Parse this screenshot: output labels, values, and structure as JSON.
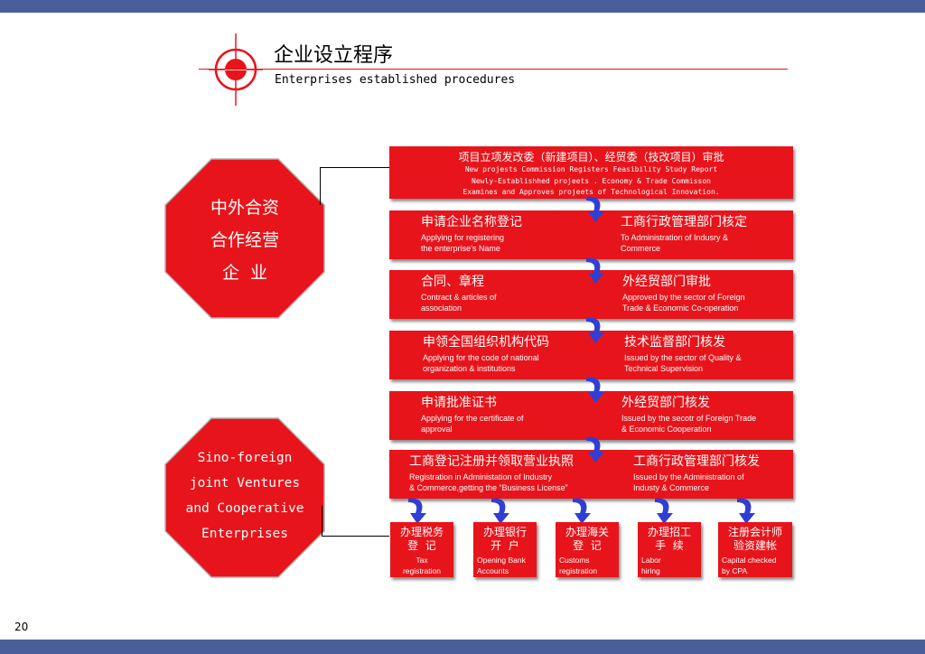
{
  "title": {
    "cn": "企业设立程序",
    "en": "Enterprises established procedures"
  },
  "octagons": {
    "cn": [
      "中外合资",
      "合作经营",
      "企  业"
    ],
    "en": [
      "Sino-foreign",
      "joint Ventures",
      "and Cooperative",
      "Enterprises"
    ]
  },
  "steps": [
    {
      "cn": "项目立项发改委（新建项目）、经贸委（技改项目）审批",
      "en": [
        "New projests Commission Registers Feasibility Study Report",
        "Newly-Establishhed projeets . Economy & Trade Commisson",
        "Examines and Approves projeets of Technological Innovation."
      ]
    },
    {
      "left_cn": "申请企业名称登记",
      "left_en": [
        "Applying for registering",
        "the enterprise’s Name"
      ],
      "right_cn": "工商行政管理部门核定",
      "right_en": [
        "To Administration of Indusry &",
        "Commerce"
      ]
    },
    {
      "left_cn": "合同、章程",
      "left_en": [
        "Contract & articles of",
        "association"
      ],
      "right_cn": "外经贸部门审批",
      "right_en": [
        "Approved by the sector of Foreign",
        "Trade & Economic Co-operation"
      ]
    },
    {
      "left_cn": "申领全国组织机构代码",
      "left_en": [
        "Applying for the code of national",
        "organization & institutions"
      ],
      "right_cn": "技术监督部门核发",
      "right_en": [
        "Issued by the sector of Quality &",
        "Technical Supervision"
      ]
    },
    {
      "left_cn": "申请批准证书",
      "left_en": [
        "Applying for the certificate of",
        "approval"
      ],
      "right_cn": "外经贸部门核发",
      "right_en": [
        "Issued by the secotr of Foreign Trade",
        "& Economic Cooperation"
      ]
    },
    {
      "left_cn": "工商登记注册并领取营业执照",
      "left_en": [
        "Registration in Administation of Industry",
        "& Commerce,getting the “Business License”"
      ],
      "right_cn": "工商行政管理部门核发",
      "right_en": [
        "Issued by the Administration of",
        "Industy & Commerce"
      ]
    }
  ],
  "final_steps": [
    {
      "cn": [
        "办理税务",
        "登  记"
      ],
      "en": [
        "Tax",
        "registration"
      ]
    },
    {
      "cn": [
        "办理银行",
        "开  户"
      ],
      "en": [
        "Opening Bank",
        "Accounts"
      ]
    },
    {
      "cn": [
        "办理海关",
        "登  记"
      ],
      "en": [
        "Customs",
        "registration"
      ]
    },
    {
      "cn": [
        "办理招工",
        "手  续"
      ],
      "en": [
        "Labor",
        "hiring"
      ]
    },
    {
      "cn": [
        "注册会计师",
        "验资建帐"
      ],
      "en": [
        "Capital checked",
        "by CPA"
      ]
    }
  ],
  "page_number": "20",
  "colors": {
    "accent": "#e8141b",
    "band": "#4a5f9a",
    "arrow": "#2f3fd4"
  }
}
